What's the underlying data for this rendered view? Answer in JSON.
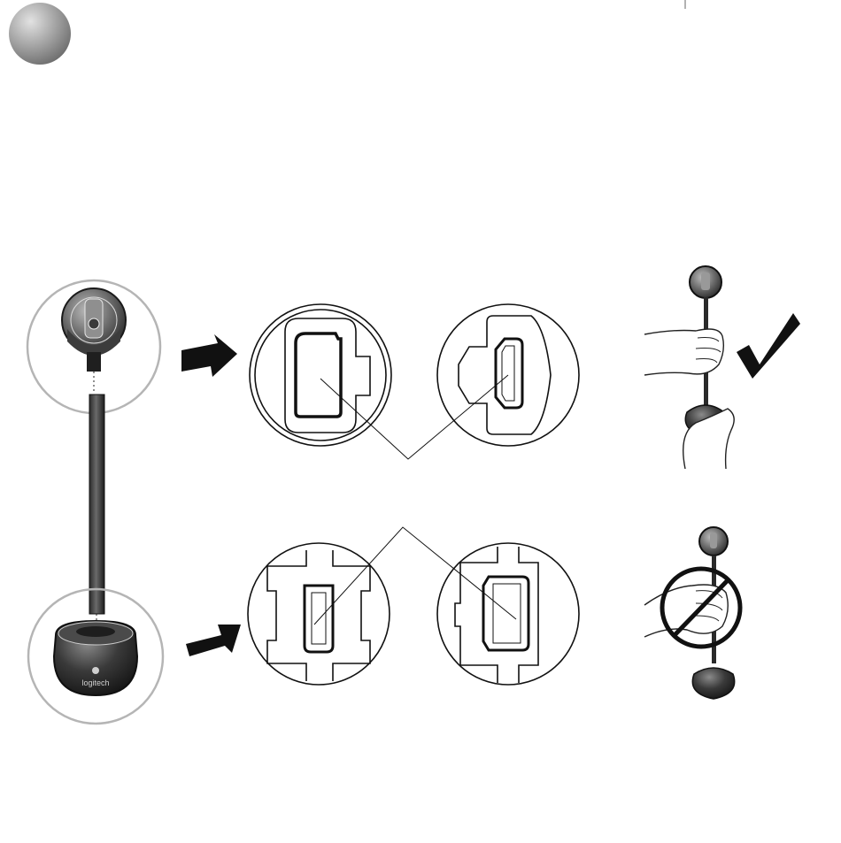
{
  "figure": {
    "step_badge": "",
    "brand_logo": "logitech",
    "upper_connector": "usb-mini-connector-pair",
    "lower_connector": "usb-mini-connector-pair",
    "correct_icon": "checkmark-icon",
    "incorrect_icon": "prohibited-icon",
    "colors": {
      "line": "#111111",
      "callout_ring": "#b5b5b5",
      "device_dark": "#2b2b2b",
      "badge": "#9a9a9a"
    }
  }
}
